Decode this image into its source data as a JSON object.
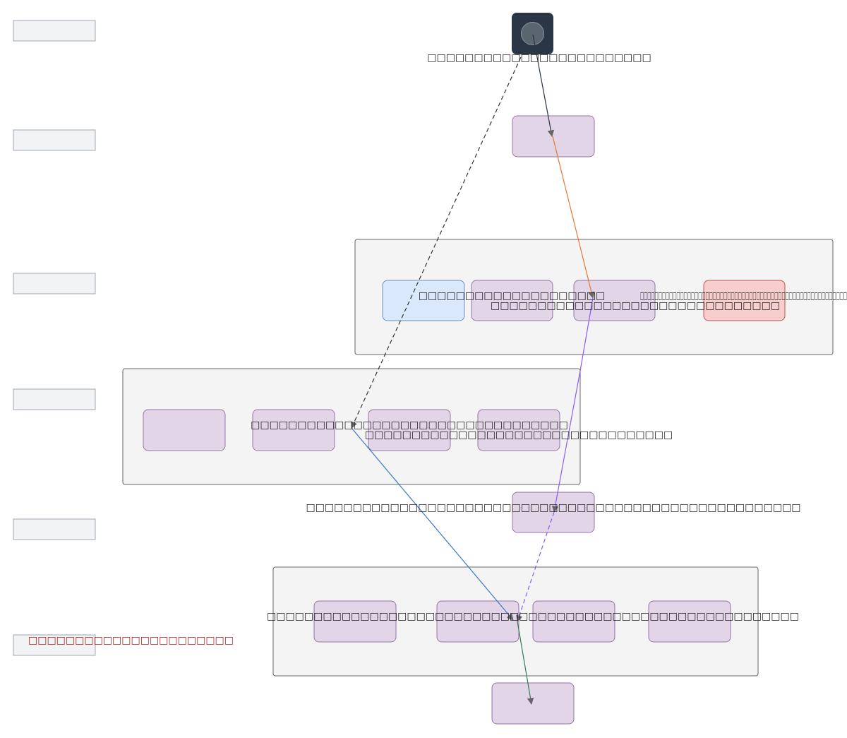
{
  "lanes": [
    {
      "id": "lane-1",
      "label": ""
    },
    {
      "id": "lane-2",
      "label": ""
    },
    {
      "id": "lane-3",
      "label": ""
    },
    {
      "id": "lane-4",
      "label": ""
    },
    {
      "id": "lane-5",
      "label": ""
    },
    {
      "id": "lane-6",
      "label": "□□□□□□□□□□□□□□□□□□□□□□"
    }
  ],
  "start": {
    "label": "□□□□□□□□□□□□□□□□□□□□□□□□",
    "icon": "actor-icon"
  },
  "nodes": {
    "step1": "",
    "g1_a": "",
    "g1_b": "",
    "g1_c": "",
    "g1_d": "",
    "g2_a": "",
    "g2_b": "",
    "g2_c": "",
    "g2_d": "",
    "mid": "",
    "g3_a": "",
    "g3_b": "",
    "g3_c": "",
    "g3_d": "",
    "end": ""
  },
  "edge_labels": {
    "g1_b_label": "□□□□□□□□□□□□□□□□□□□□",
    "g1_c_label": "□□□□□□□□□□□□□□□□□□□□□□□□□□□□□□□",
    "g1_d_label": "□□□□□□□□□□□□□□□□□□□□□□□□□□□□□□□□□□□□□□□□□□□□□□□□□□□□□□□□□",
    "g2_c_label": "□□□□□□□□□□□□□□□□□□□□□□□□□□□□□□□□□□",
    "g2_d_label": "□□□□□□□□□□□□□□□□□□□□□□□□□□□□□□□□□",
    "mid_label": "□□□□□□□□□□□□□□□□□□□□□□□□□□□□□□□□□□□□□□□□□□□□□□□□□□□□□",
    "g3_b_label": "□□□□□□□□□□□□□□□□□□□□□□□□□□□□□□□□□□□□□□□□□□□□□□□□□□□□□□□□□"
  },
  "colors": {
    "node_fill": "#e1d5e7",
    "node_stroke": "#9673a6",
    "blue_fill": "#dae8fc",
    "blue_stroke": "#6c8ebf",
    "red_fill": "#f8cecc",
    "red_stroke": "#b85450",
    "group_fill": "#f4f4f4",
    "group_stroke": "#666666",
    "lane_fill": "#f1f3f5",
    "lane_stroke": "#a0a7b2",
    "start_fill": "#2a3646",
    "edge_dark": "#2a3646",
    "edge_orange": "#e8772e",
    "edge_purple": "#8a5cf6",
    "edge_blue": "#3a78c8",
    "edge_green": "#2e7d57",
    "edge_dashed": "#333333"
  }
}
